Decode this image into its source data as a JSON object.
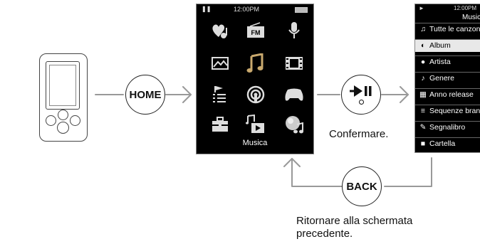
{
  "buttons": {
    "home": "HOME",
    "back": "BACK"
  },
  "home_screen": {
    "status_time": "12:00PM",
    "caption": "Musica",
    "icons": [
      "heart-note-icon",
      "fm-radio-icon",
      "microphone-icon",
      "photo-icon",
      "music-note-icon",
      "film-icon",
      "playlist-icon",
      "podcast-icon",
      "gamepad-icon",
      "toolbox-icon",
      "music-video-icon",
      "music-bubble-icon"
    ],
    "fm_text": "FM"
  },
  "list_screen": {
    "status_time": "12:00PM",
    "header": "Musica",
    "items": [
      {
        "label": "Tutte le canzoni",
        "icon": "note-icon",
        "selected": false
      },
      {
        "label": "Album",
        "icon": "disc-icon",
        "selected": true
      },
      {
        "label": "Artista",
        "icon": "person-icon",
        "selected": false
      },
      {
        "label": "Genere",
        "icon": "genre-icon",
        "selected": false
      },
      {
        "label": "Anno release",
        "icon": "calendar-icon",
        "selected": false
      },
      {
        "label": "Sequenze brani",
        "icon": "playlist-icon",
        "selected": false
      },
      {
        "label": "Segnalibro",
        "icon": "bookmark-icon",
        "selected": false
      },
      {
        "label": "Cartella",
        "icon": "folder-icon",
        "selected": false
      }
    ]
  },
  "labels": {
    "confirm": "Confermare.",
    "back_line1": "Ritornare alla schermata",
    "back_line2": "precedente."
  }
}
